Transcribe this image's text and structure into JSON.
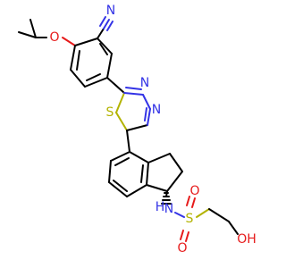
{
  "molecule": {
    "atoms": {
      "nitrile_n": "N",
      "ether_o": "O",
      "thiadiazole_s": "S",
      "thiadiazole_n1": "N",
      "thiadiazole_n2": "N",
      "amide_n": "N",
      "amide_h": "H",
      "sulfonyl_s": "S",
      "sulfonyl_o1": "O",
      "sulfonyl_o2": "O",
      "hydroxyl": "OH"
    },
    "colors": {
      "carbon": "#000000",
      "nitrogen": "#3333e6",
      "oxygen": "#e61a1a",
      "sulfur": "#b3b300"
    }
  }
}
